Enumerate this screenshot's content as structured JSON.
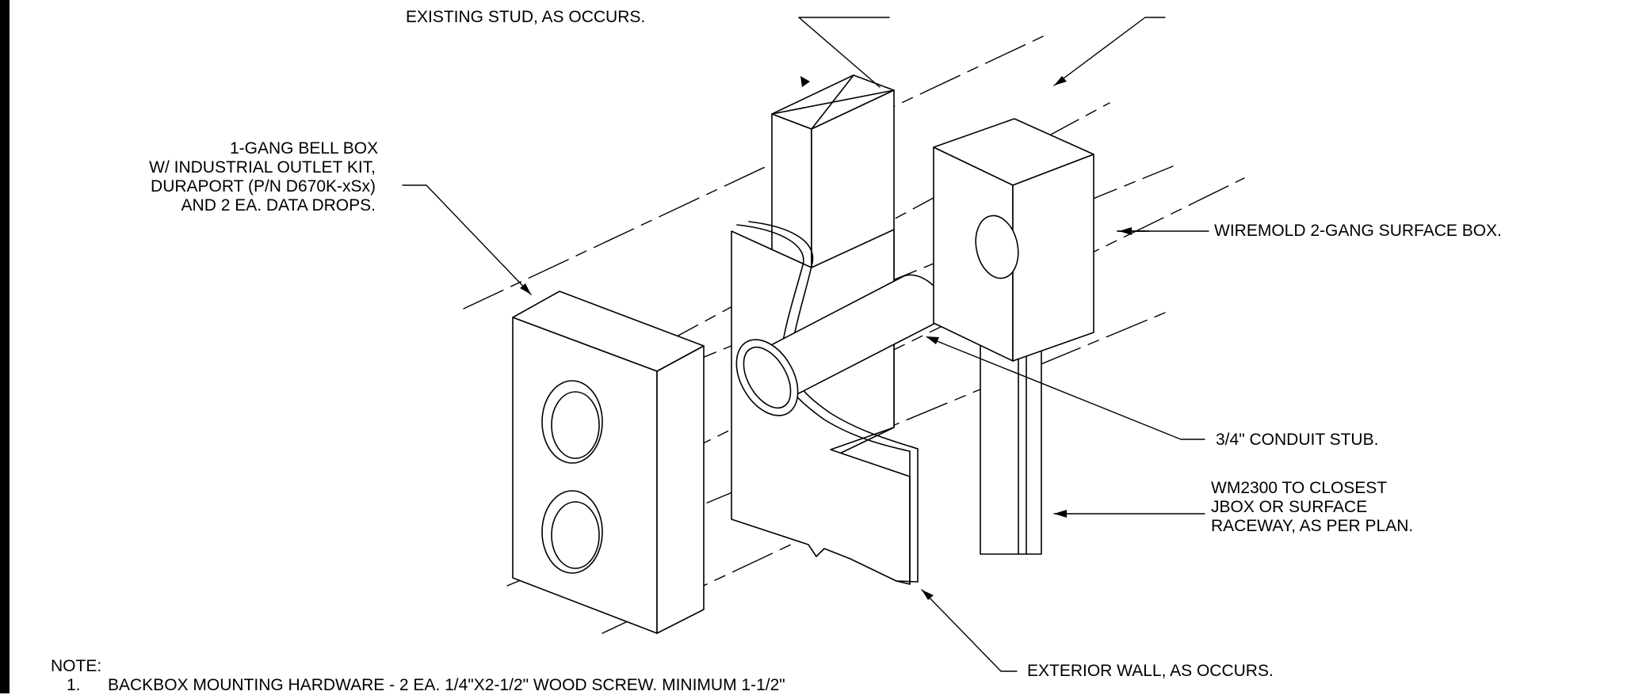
{
  "labels": {
    "existing_stud": "EXISTING STUD, AS OCCURS.",
    "bell_box": [
      "1-GANG BELL BOX",
      "W/ INDUSTRIAL OUTLET KIT,",
      "DURAPORT (P/N D670K-xSx)",
      "AND 2 EA. DATA DROPS."
    ],
    "wiremold_box": "WIREMOLD 2-GANG SURFACE BOX.",
    "conduit_stub": "3/4\" CONDUIT STUB.",
    "wm2300": [
      "WM2300 TO CLOSEST",
      "JBOX OR SURFACE",
      "RACEWAY, AS PER PLAN."
    ],
    "exterior_wall": "EXTERIOR WALL, AS OCCURS."
  },
  "note": {
    "heading": "NOTE:",
    "items": [
      {
        "number": "1.",
        "text": "BACKBOX MOUNTING HARDWARE - 2 EA. 1/4\"X2-1/2\" WOOD SCREW. MINIMUM 1-1/2\""
      }
    ]
  }
}
